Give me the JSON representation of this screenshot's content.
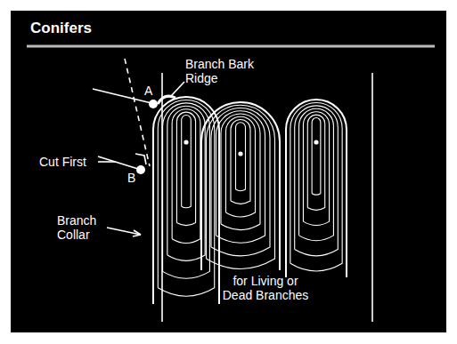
{
  "diagram": {
    "title": "Conifers",
    "labels": [
      "Branch Bark Ridge",
      "A",
      "B",
      "Cut First",
      "Branch Collar",
      "for Living or Dead Branches"
    ]
  }
}
